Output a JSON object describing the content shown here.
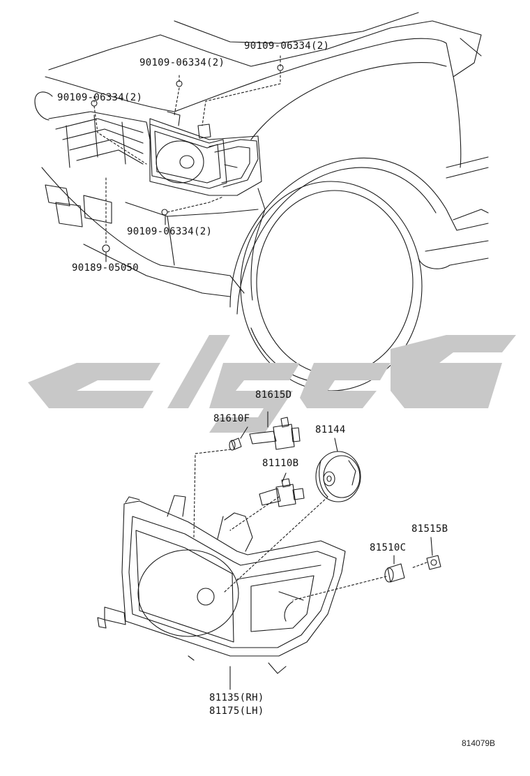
{
  "labels": {
    "bolt_top_right": "90109-06334(2)",
    "bolt_top_mid": "90109-06334(2)",
    "bolt_left": "90109-06334(2)",
    "bolt_lower": "90109-06334(2)",
    "clip": "90189-05050",
    "part_81615d": "81615D",
    "part_81610f": "81610F",
    "part_81144": "81144",
    "part_81110b": "81110B",
    "part_81515b": "81515B",
    "part_81510c": "81510C",
    "assy_rh": "81135(RH)",
    "assy_lh": "81175(LH)"
  },
  "diagram_code": "814079B",
  "colors": {
    "line": "#1a1a1a",
    "watermark": "#c8c8c8",
    "background": "#ffffff"
  }
}
